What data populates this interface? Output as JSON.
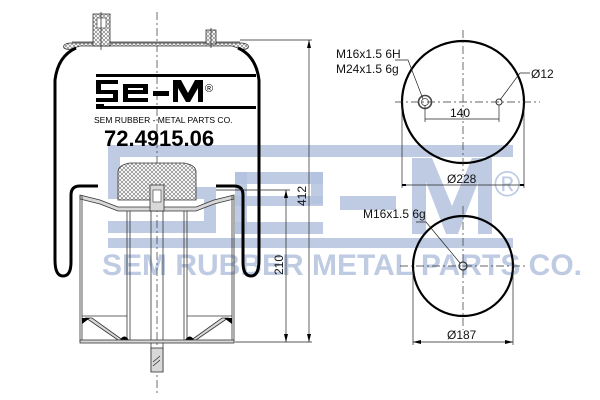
{
  "brand": {
    "logo_text": "Se-M",
    "registered_mark": "®",
    "company_name": "SEM RUBBER - METAL PARTS CO.",
    "part_number": "72.4915.06",
    "watermark_logo": "Se-M",
    "watermark_text": "SEM RUBBER METAL PARTS CO.",
    "watermark_color": "#b3c2de"
  },
  "side_view": {
    "dimensions": {
      "overall_height": "412",
      "piston_height": "210"
    }
  },
  "top_plate_view": {
    "thread_callout_line1": "M16x1.5 6H",
    "thread_callout_line2": "M24x1.5 6g",
    "hole_callout": "Ø12",
    "hole_spacing": "140",
    "diameter": "Ø228"
  },
  "bottom_piston_view": {
    "thread_callout": "M16x1.5 6g",
    "diameter": "Ø187"
  },
  "colors": {
    "line": "#000000",
    "background": "#ffffff",
    "text": "#111111"
  }
}
